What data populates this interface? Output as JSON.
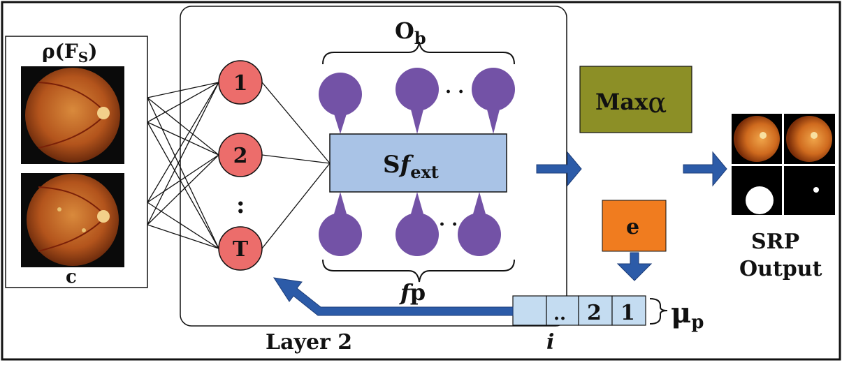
{
  "input_panel": {
    "top_label": "ρ(F",
    "top_label_sub": "S",
    "top_label_close": ")",
    "bottom_label": "c"
  },
  "layer": {
    "label": "Layer 2",
    "nodes": [
      "1",
      "2",
      "T"
    ],
    "node_ellipsis": ":",
    "top_group_label": "O",
    "top_group_sub": "b",
    "bottom_group_label": "f",
    "bottom_group_suffix": "p",
    "pin_ellipsis_top": "· ·",
    "pin_ellipsis_bottom": "· ·"
  },
  "extractor": {
    "label": "S",
    "label_italic": "f",
    "label_sub": "ext"
  },
  "max_box": {
    "label": "Max",
    "label_sub": "α"
  },
  "e_box": {
    "label": "e"
  },
  "queue": {
    "cells": [
      "",
      "..",
      "2",
      "1"
    ],
    "brace_label": "μ",
    "brace_sub": "p",
    "index_label": "i"
  },
  "output": {
    "line1": "SRP",
    "line2": "Output"
  },
  "colors": {
    "node_fill": "#ec6d6b",
    "pin_fill": "#7352a6",
    "extractor_fill": "#a9c3e6",
    "max_fill": "#8c8f26",
    "e_fill": "#f07c1f",
    "queue_fill": "#c4dcf1",
    "arrow_fill": "#2c5ba8"
  }
}
